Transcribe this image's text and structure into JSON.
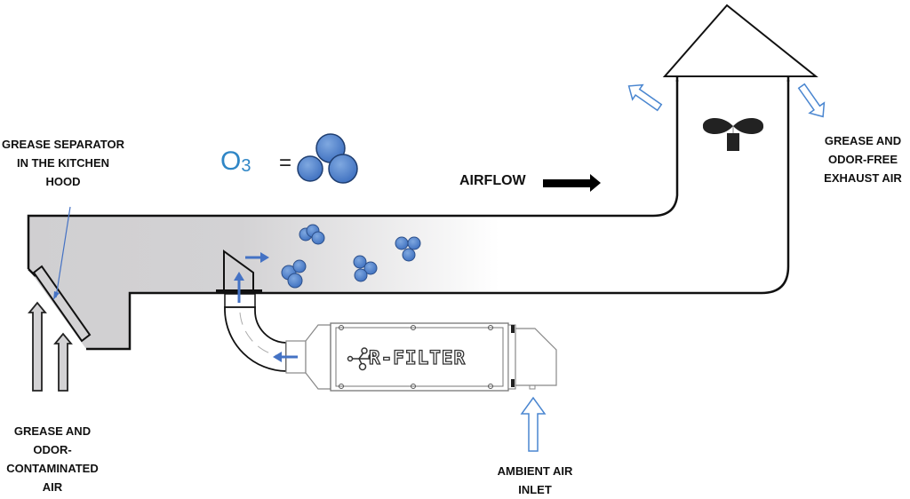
{
  "labels": {
    "grease_separator": "GREASE SEPARATOR\nIN THE KITCHEN\nHOOD",
    "contaminated_air": "GREASE AND\nODOR-\nCONTAMINATED\nAIR",
    "exhaust_air": "GREASE AND\nODOR-FREE\nEXHAUST AIR",
    "ambient_air": "AMBIENT AIR\nINLET",
    "airflow": "AIRFLOW",
    "ozone_formula": "O",
    "ozone_subscript": "3",
    "equals": "=",
    "device_brand": "R-FILTER"
  },
  "colors": {
    "duct_fill": "#d3d2d4",
    "ozone_blue": "#4a7fc8",
    "arrow_blue": "#4472c4",
    "outline": "#111111",
    "formula_blue": "#2f86c6"
  },
  "icons": {
    "ozone_molecule": "three-sphere-cluster",
    "fan": "fan-icon",
    "brand_logo": "molecule-logo"
  }
}
